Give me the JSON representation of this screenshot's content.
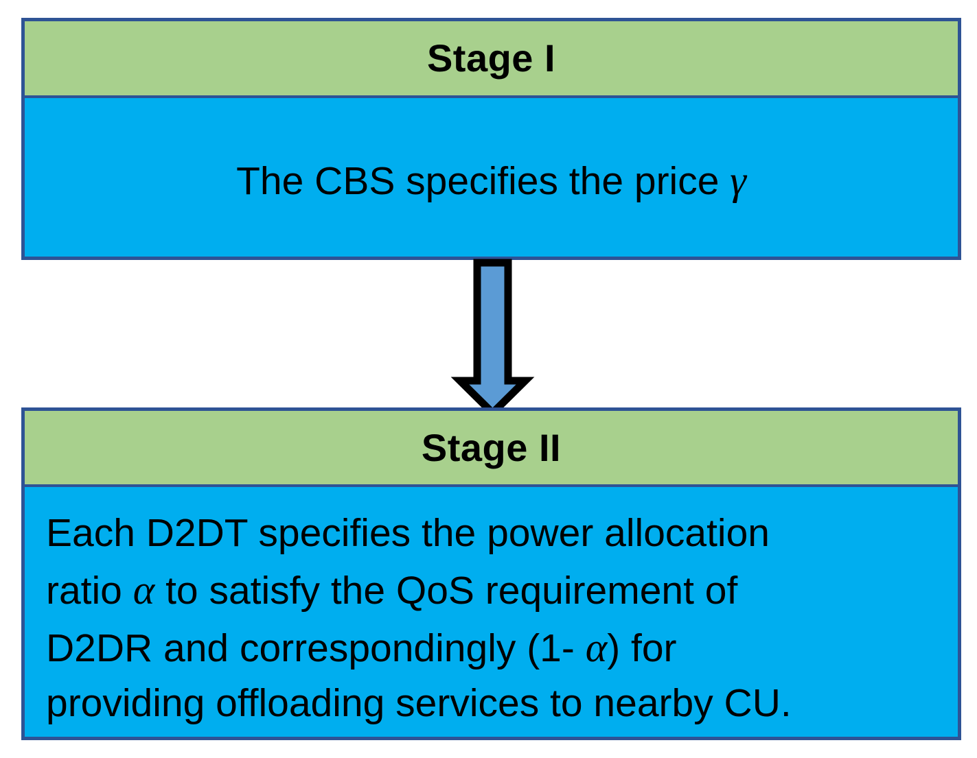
{
  "diagram": {
    "type": "two-stage-flow",
    "orientation": "vertical",
    "colors": {
      "header_fill": "#A8D08D",
      "body_fill": "#00AEEF",
      "border": "#2E5395",
      "arrow_fill": "#5B9BD5",
      "arrow_outline": "#000000",
      "text": "#000000",
      "background": "#FFFFFF"
    },
    "stages": [
      {
        "id": "stage-1",
        "header": "Stage I",
        "body_text": "The CBS specifies the price γ",
        "body_segments": [
          {
            "text": "The CBS specifies the price ",
            "style": "normal"
          },
          {
            "text": "γ",
            "style": "math-italic"
          }
        ],
        "body_align": "center",
        "body_lines": [
          "The CBS specifies the price γ"
        ]
      },
      {
        "id": "stage-2",
        "header": "Stage II",
        "body_text": "Each D2DT specifies the power allocation ratio α to satisfy the QoS requirement of D2DR and correspondingly (1- α) for providing offloading services to nearby CU.",
        "body_segments": [
          {
            "text": "Each D2DT specifies the power allocation\nratio ",
            "style": "normal"
          },
          {
            "text": "α",
            "style": "math-italic"
          },
          {
            "text": " to satisfy the QoS requirement of\nD2DR and correspondingly (1- ",
            "style": "normal"
          },
          {
            "text": "α",
            "style": "math-italic"
          },
          {
            "text": ") for\nproviding offloading services to nearby CU.",
            "style": "normal"
          }
        ],
        "body_align": "left",
        "body_lines": [
          "Each D2DT specifies the power allocation",
          "ratio α to satisfy the QoS requirement of",
          "D2DR and correspondingly (1- α) for",
          "providing offloading services to nearby CU."
        ]
      }
    ],
    "connector": {
      "name": "down-arrow",
      "from": "stage-1",
      "to": "stage-2",
      "direction": "down"
    }
  }
}
